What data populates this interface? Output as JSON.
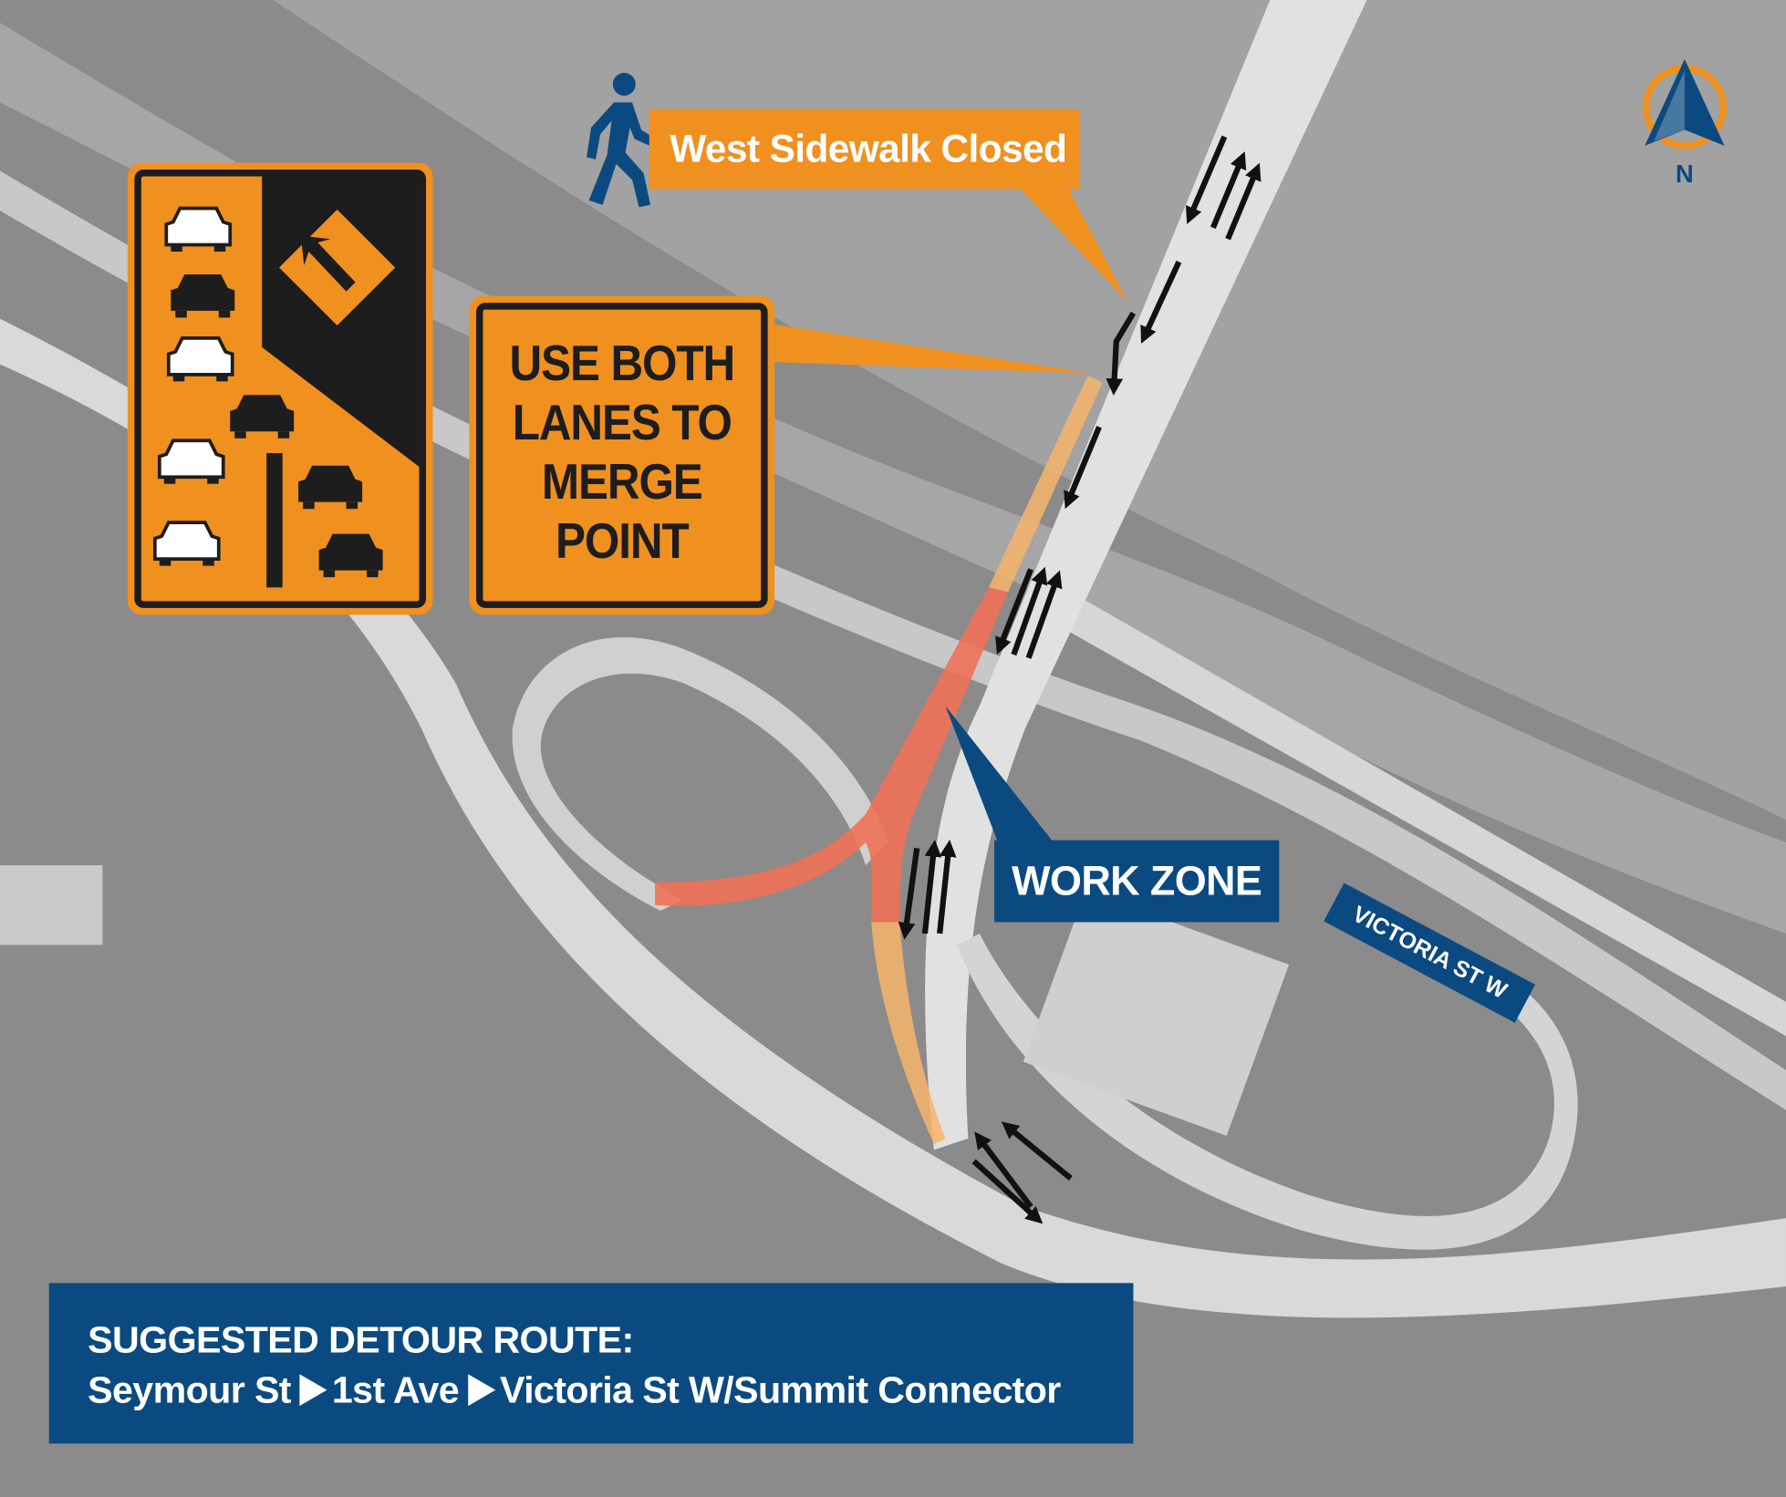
{
  "map": {
    "sidewalk_notice": "West Sidewalk Closed",
    "merge_sign": [
      "USE BOTH",
      "LANES TO",
      "MERGE",
      "POINT"
    ],
    "work_zone_label": "WORK ZONE",
    "street_label": "VICTORIA ST W",
    "north_label": "N",
    "detour": {
      "title": "SUGGESTED DETOUR ROUTE:",
      "steps": [
        "Seymour St",
        "1st Ave",
        "Victoria St W/Summit Connector"
      ]
    },
    "colors": {
      "orange": "#f0901f",
      "navy": "#0b4a80",
      "work_zone_red": "#f07055",
      "taper_orange": "#f6b46a"
    }
  }
}
